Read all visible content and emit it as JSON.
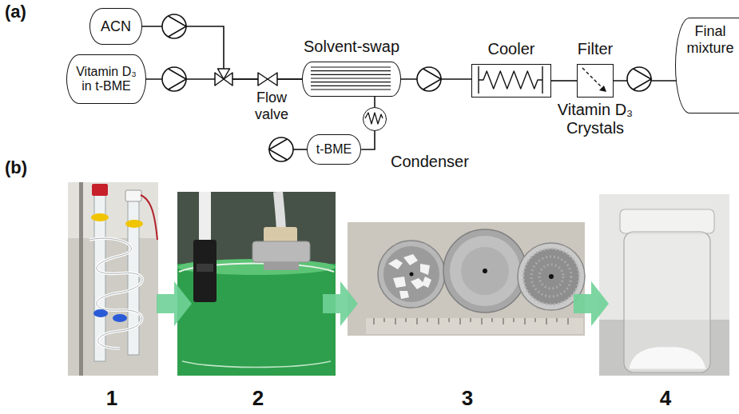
{
  "diagram": {
    "nodes": [
      {
        "text": [
          "ACN"
        ]
      },
      {
        "text": [
          "Vitamin D₃ in t-BME"
        ]
      },
      {
        "text": [
          "Solvent-swap"
        ]
      },
      {
        "text": [
          "Condenser"
        ]
      },
      {
        "text": [
          "t-BME"
        ]
      },
      {
        "text": [
          "Cooler"
        ]
      },
      {
        "text": [
          "Filter"
        ]
      },
      {
        "text": [
          "Final mixture"
        ]
      }
    ],
    "edges": [
      {
        "from": 0,
        "to": 2,
        "arrow": "none"
      },
      {
        "from": 1,
        "to": 2,
        "arrow": "none"
      },
      {
        "from": 2,
        "to": 3,
        "arrow": "none"
      },
      {
        "from": 3,
        "to": 4,
        "arrow": "none"
      },
      {
        "from": 2,
        "to": 5,
        "arrow": "none"
      },
      {
        "from": 5,
        "to": 6,
        "arrow": "none"
      },
      {
        "from": 6,
        "to": 7,
        "arrow": "none"
      }
    ],
    "labels": [
      "(a)",
      "Flow valve",
      "Vitamin D₃ Crystals",
      "(b)",
      "1",
      "2",
      "3",
      "4"
    ]
  }
}
